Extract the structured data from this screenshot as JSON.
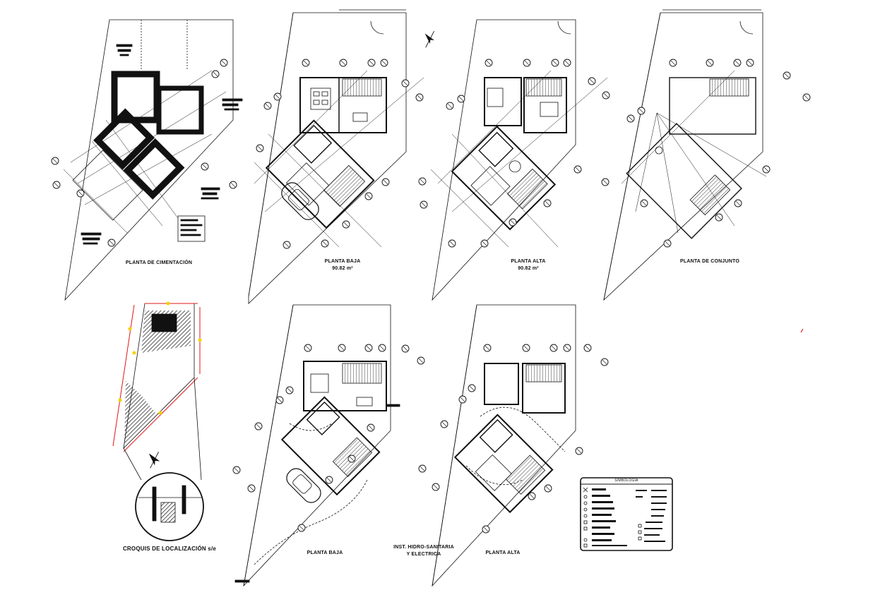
{
  "sheet": {
    "labels": {
      "cimentacion": "PLANTA DE CIMENTACIÓN",
      "planta_baja_1": "PLANTA BAJA",
      "planta_baja_1_area": "90.82 m²",
      "planta_alta_1": "PLANTA ALTA",
      "planta_alta_1_area": "90.82 m²",
      "conjunto": "PLANTA DE CONJUNTO",
      "croquis": "CROQUIS DE LOCALIZACIÓN s/e",
      "planta_baja_2": "PLANTA BAJA",
      "instalaciones": "INST. HIDRO-SANITARIA",
      "instalaciones_2": "Y ELECTRICA",
      "planta_alta_2": "PLANTA ALTA",
      "simbologia": "SIMBOLOGIA"
    },
    "colors": {
      "line": "#111111",
      "wall_fill": "#1a1a1a",
      "dimension_red": "#e01818",
      "marker_yellow": "#f4d000"
    }
  }
}
